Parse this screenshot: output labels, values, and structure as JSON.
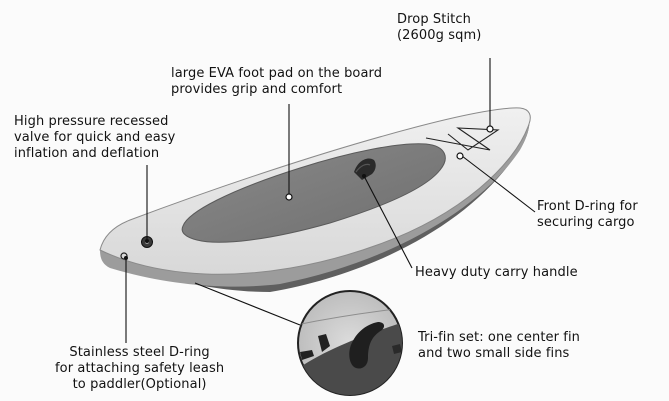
{
  "labels": {
    "drop_stitch": "Drop Stitch\n(2600g sqm)",
    "eva_pad": "large EVA foot pad on the board\nprovides grip and comfort",
    "valve": "High pressure recessed\nvalve for quick and easy\ninflation and deflation",
    "front_dring": "Front D-ring for\nsecuring cargo",
    "carry_handle": "Heavy duty carry handle",
    "tri_fin": "Tri-fin set: one center fin\nand two small side fins",
    "steel_dring": "Stainless steel D-ring\nfor attaching safety leash\nto paddler(Optional)"
  },
  "colors": {
    "board_deck": "#e4e4e4",
    "board_rail": "#9a9a9a",
    "board_bottom": "#5e5e5e",
    "eva_pad": "#7f7f7f",
    "ink": "#111111"
  }
}
